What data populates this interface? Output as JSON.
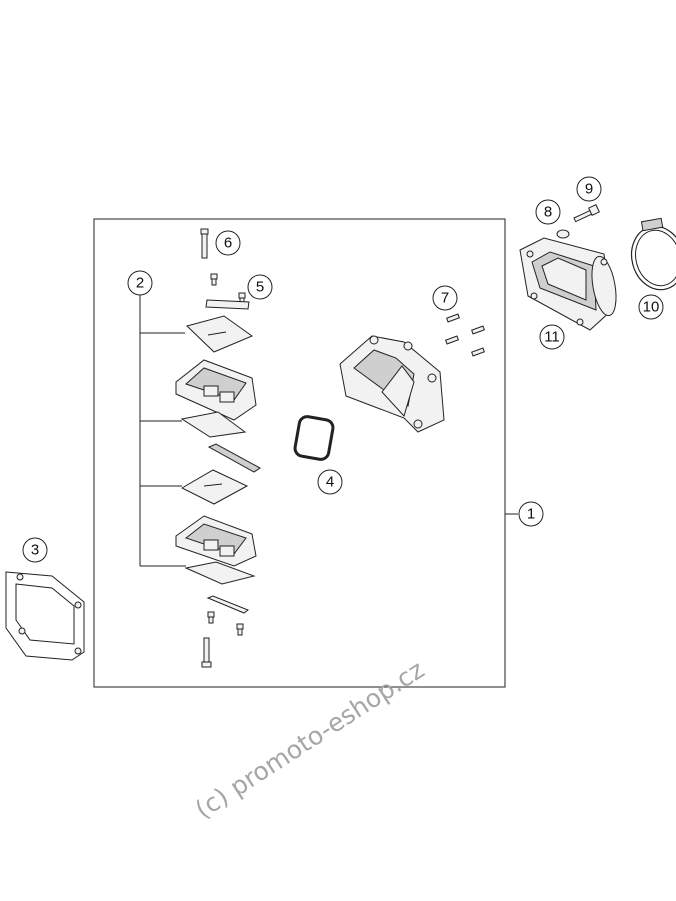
{
  "callouts": {
    "c1": "1",
    "c2": "2",
    "c3": "3",
    "c4": "4",
    "c5": "5",
    "c6": "6",
    "c7": "7",
    "c8": "8",
    "c9": "9",
    "c10": "10",
    "c11": "11"
  },
  "watermark": "(c) promoto-eshop.cz",
  "colors": {
    "line": "#222222",
    "watermark": "#a6a6a6",
    "fill": "#f2f2f2"
  }
}
